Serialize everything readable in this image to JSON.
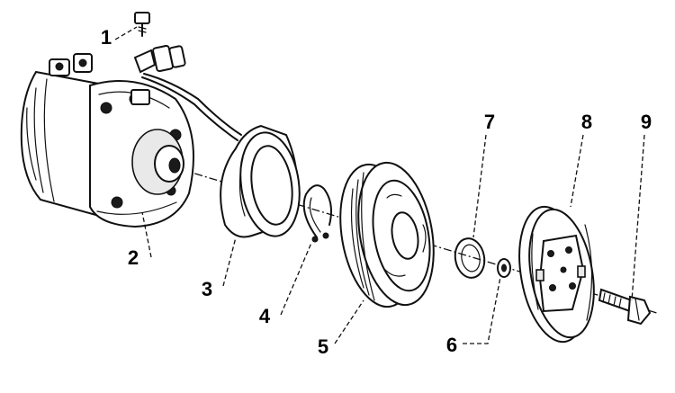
{
  "callouts": {
    "part_1": "1",
    "part_2": "2",
    "part_3": "3",
    "part_4": "4",
    "part_5": "5",
    "part_6": "6",
    "part_7": "7",
    "part_8": "8",
    "part_9": "9"
  },
  "colors": {
    "ink": "#111111",
    "background": "#ffffff"
  }
}
